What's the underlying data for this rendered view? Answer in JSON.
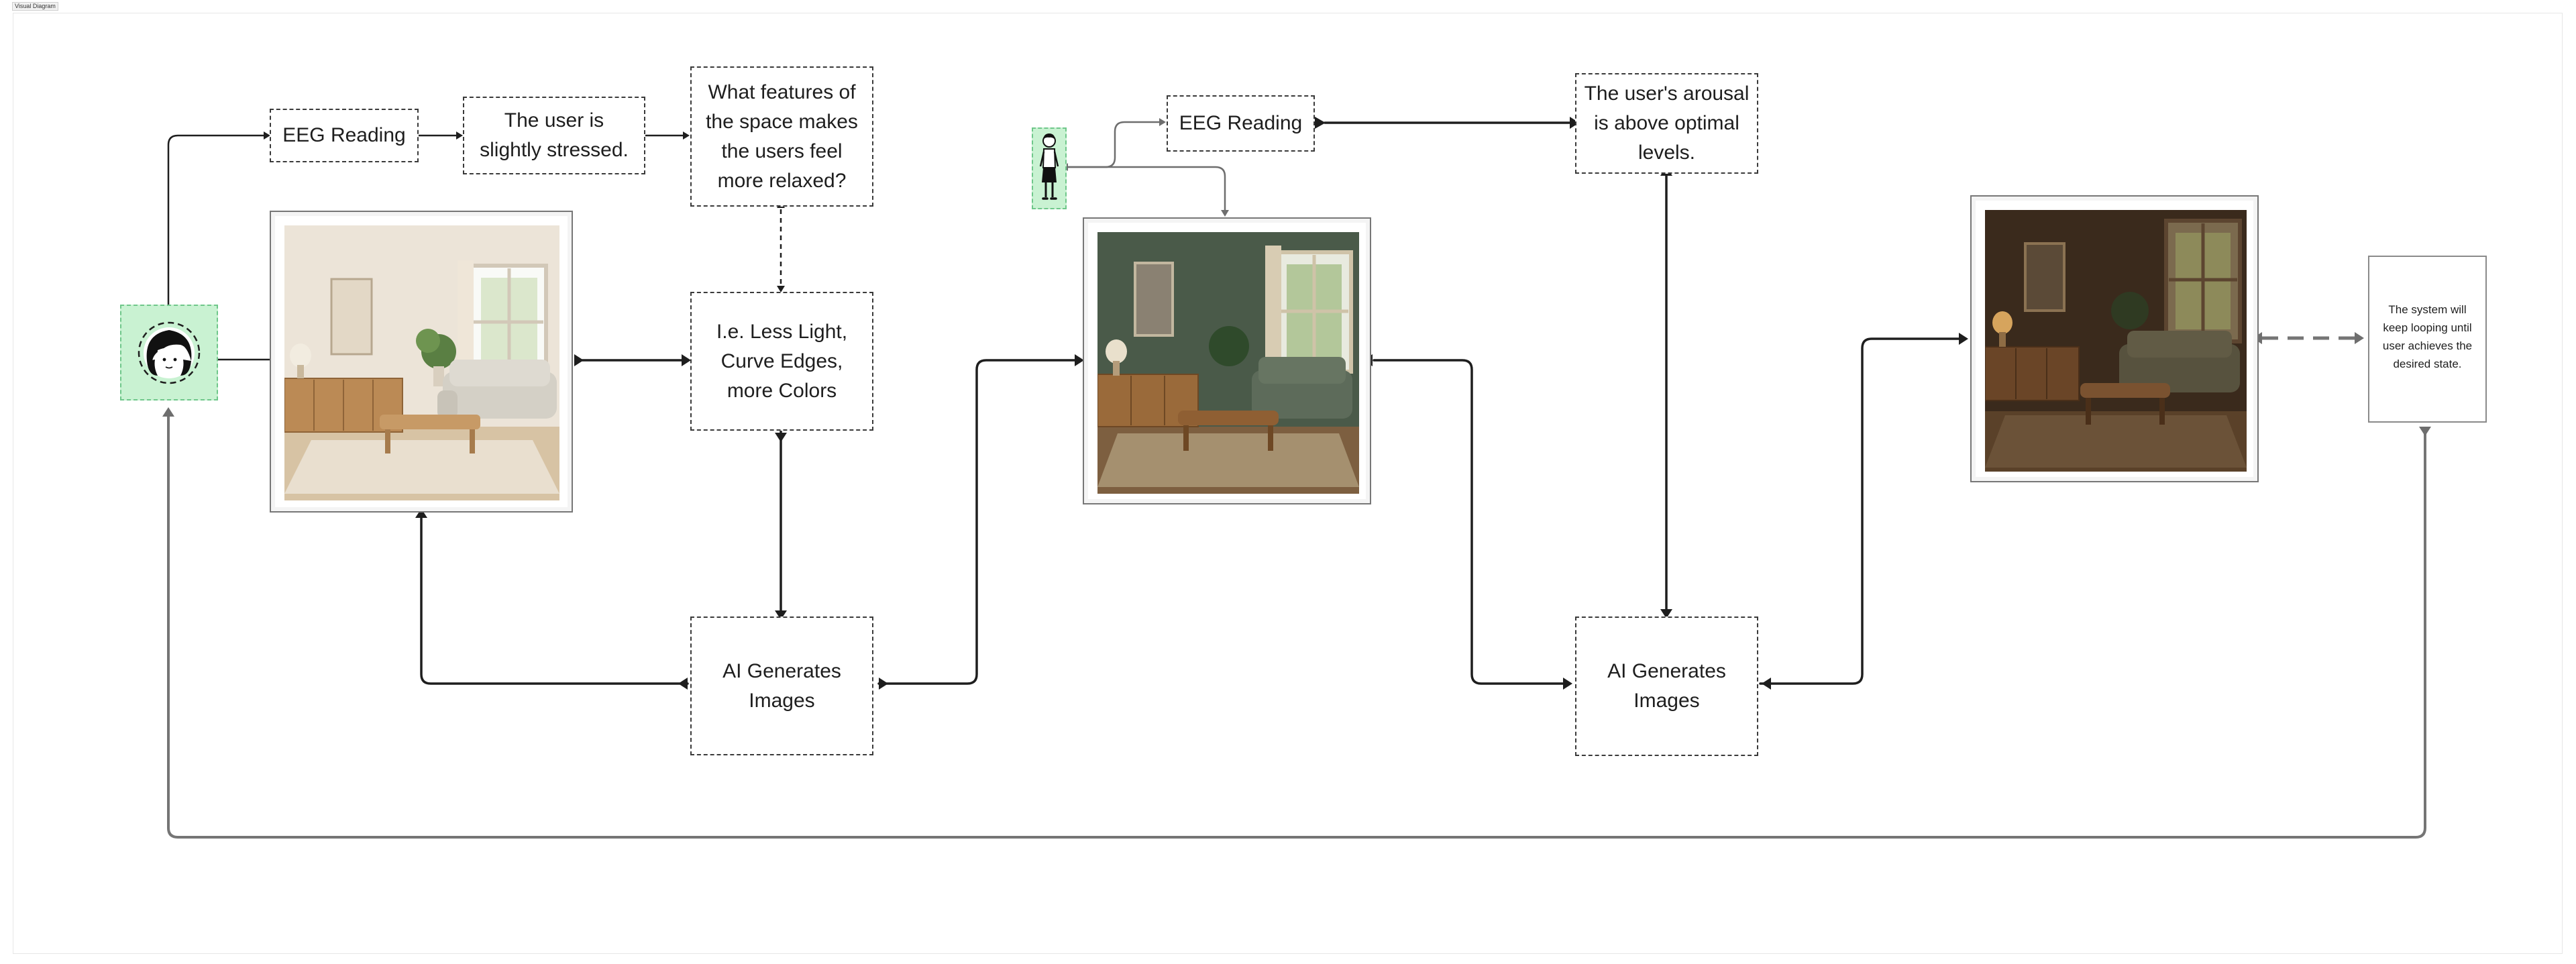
{
  "frame": {
    "label": "Visual Diagram"
  },
  "nodes": {
    "eeg1": "EEG Reading",
    "stress": "The user is slightly stressed.",
    "question": "What features of the space makes the users feel more relaxed?",
    "features": "I.e. Less Light, Curve Edges, more Colors",
    "ai1": "AI Generates Images",
    "eeg2": "EEG Reading",
    "arousal": "The user's arousal is above optimal levels.",
    "ai2": "AI Generates Images",
    "loop": "The system will keep looping until user achieves the desired state."
  },
  "icons": {
    "user_avatar": "user-avatar-icon",
    "user_figure": "standing-person-icon"
  },
  "images": [
    {
      "name": "bright-living-room",
      "tone": "bright"
    },
    {
      "name": "green-living-room",
      "tone": "medium"
    },
    {
      "name": "dark-living-room",
      "tone": "dark"
    }
  ],
  "colors": {
    "actor_fill": "#c9f2d2",
    "line_dark": "#1e1e1e",
    "line_gray": "#757575"
  }
}
